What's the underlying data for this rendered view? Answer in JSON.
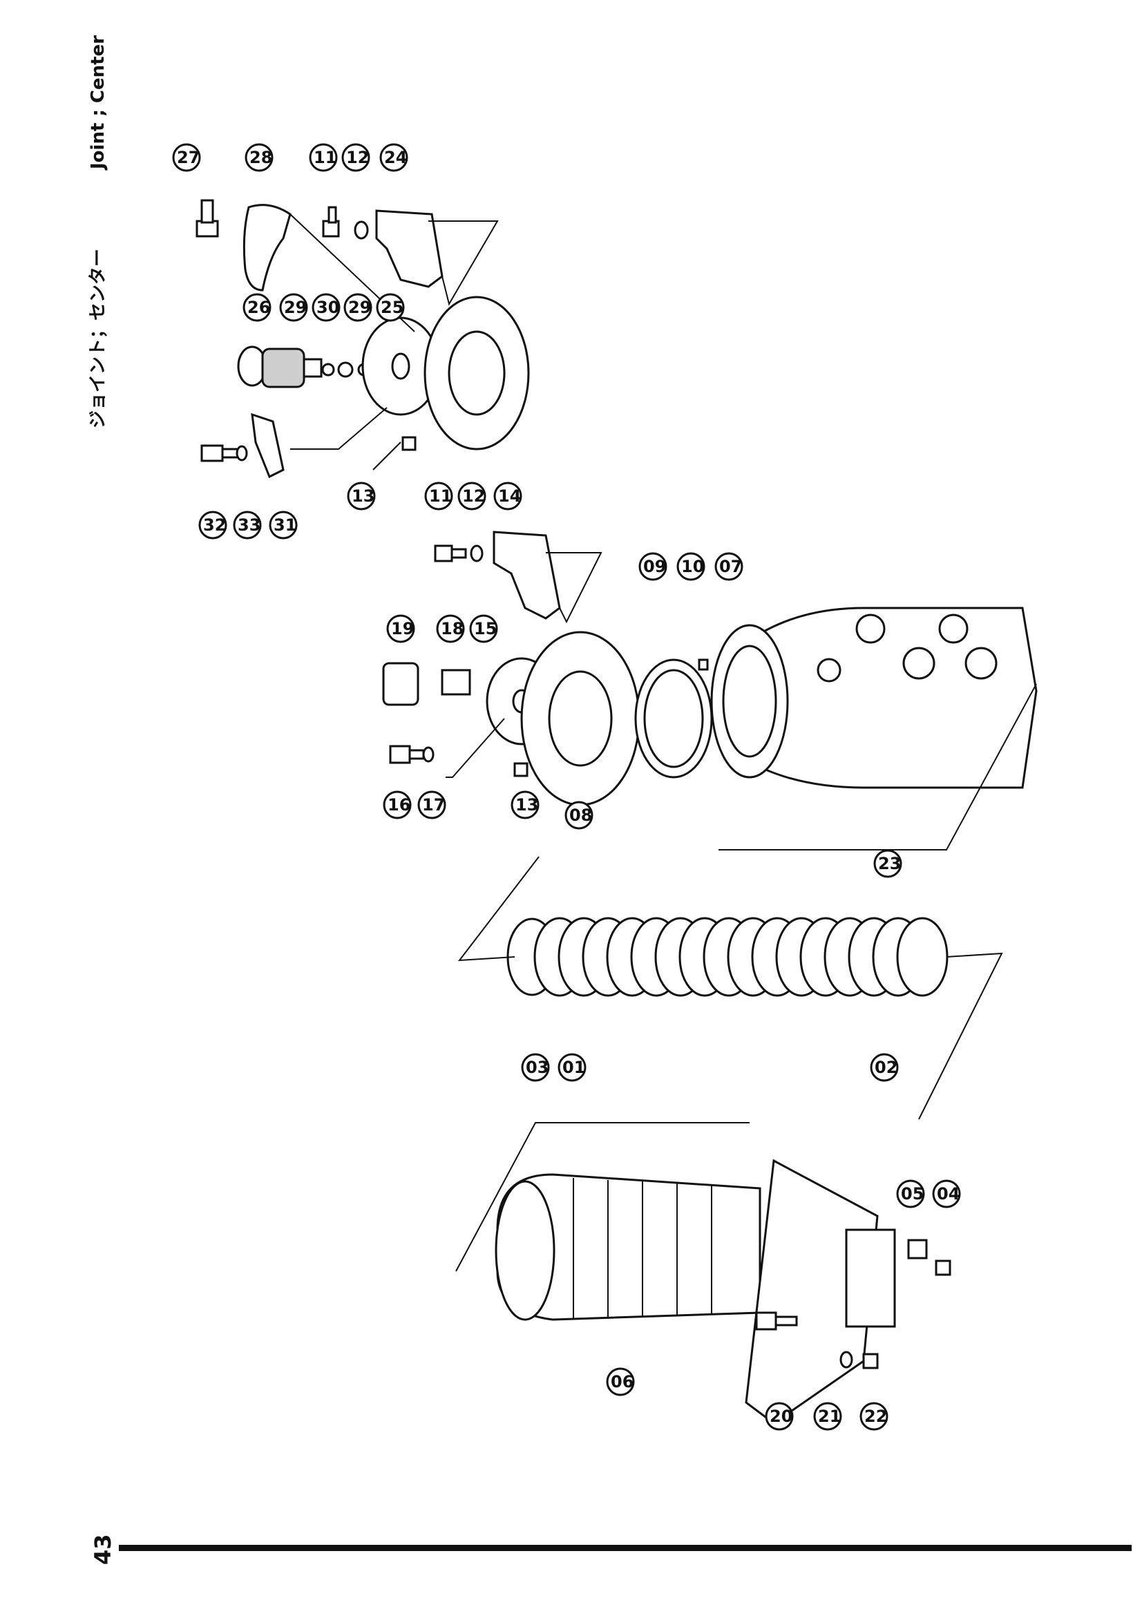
{
  "header": {
    "title_jp": "ジョイント；センター",
    "title_en": "Joint ; Center"
  },
  "page_number": "43",
  "callouts": [
    "27",
    "28",
    "11",
    "12",
    "24",
    "26",
    "29",
    "30",
    "29",
    "25",
    "32",
    "33",
    "31",
    "13",
    "11",
    "12",
    "14",
    "19",
    "18",
    "15",
    "09",
    "10",
    "07",
    "16",
    "17",
    "13",
    "08",
    "23",
    "03",
    "01",
    "02",
    "05",
    "04",
    "06",
    "20",
    "21",
    "22"
  ]
}
